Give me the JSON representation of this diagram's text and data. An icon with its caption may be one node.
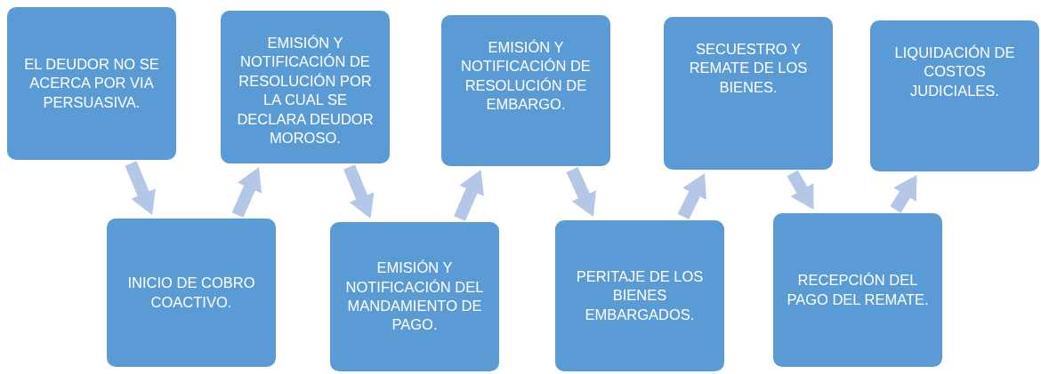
{
  "diagram": {
    "nodes": [
      {
        "text": [
          "EL DEUDOR NO SE ACERCA POR VIA PERSUASIVA."
        ]
      },
      {
        "text": [
          "INICIO DE COBRO COACTIVO."
        ]
      },
      {
        "text": [
          "EMISIÓN Y NOTIFICACIÓN DE RESOLUCIÓN POR LA CUAL SE DECLARA DEUDOR MOROSO."
        ]
      },
      {
        "text": [
          "EMISIÓN Y NOTIFICACIÓN DEL MANDAMIENTO DE PAGO."
        ]
      },
      {
        "text": [
          "EMISIÓN Y NOTIFICACIÓN DE RESOLUCIÓN DE EMBARGO."
        ]
      },
      {
        "text": [
          "PERITAJE DE LOS BIENES EMBARGADOS."
        ]
      },
      {
        "text": [
          "SECUESTRO Y REMATE DE LOS BIENES."
        ]
      },
      {
        "text": [
          "RECEPCIÓN DEL PAGO DEL REMATE."
        ]
      },
      {
        "text": [
          "LIQUIDACIÓN DE COSTOS JUDICIALES."
        ]
      }
    ],
    "edges": [
      {
        "from": 0,
        "to": 1,
        "arrow": "to"
      },
      {
        "from": 1,
        "to": 2,
        "arrow": "to"
      },
      {
        "from": 2,
        "to": 3,
        "arrow": "to"
      },
      {
        "from": 3,
        "to": 4,
        "arrow": "to"
      },
      {
        "from": 4,
        "to": 5,
        "arrow": "to"
      },
      {
        "from": 5,
        "to": 6,
        "arrow": "to"
      },
      {
        "from": 6,
        "to": 7,
        "arrow": "to"
      },
      {
        "from": 7,
        "to": 8,
        "arrow": "to"
      }
    ]
  }
}
